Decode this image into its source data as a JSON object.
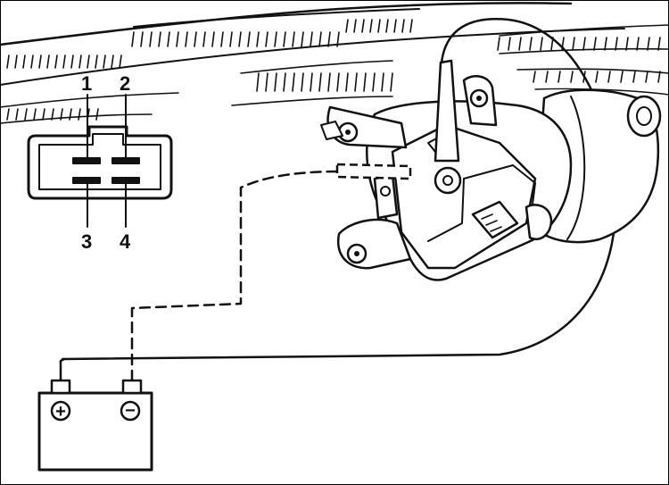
{
  "title": "",
  "connector": {
    "pins": [
      "1",
      "2",
      "3",
      "4"
    ]
  },
  "battery": {
    "positive_symbol": "+",
    "negative_symbol": "−"
  }
}
